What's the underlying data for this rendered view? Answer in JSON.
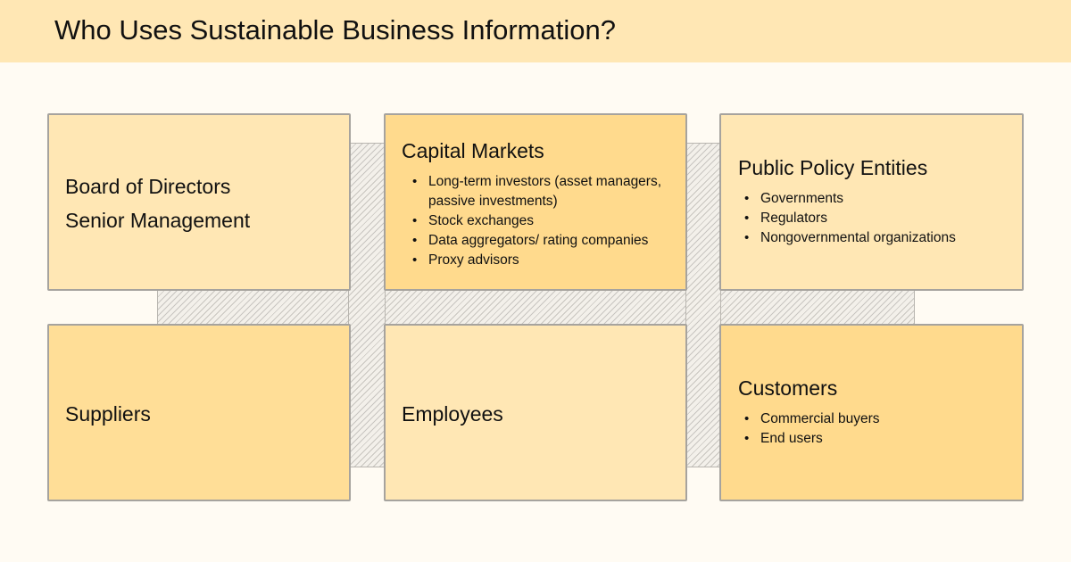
{
  "title": "Who Uses Sustainable Business Information?",
  "boxes": {
    "board": {
      "line1": "Board of Directors",
      "line2": "Senior Management"
    },
    "capital_markets": {
      "title": "Capital Markets",
      "items": [
        "Long-term investors  (asset managers,  passive investments)",
        "Stock exchanges",
        "Data aggregators/ rating companies",
        "Proxy advisors"
      ]
    },
    "public_policy": {
      "title": "Public Policy Entities",
      "items": [
        "Governments",
        "Regulators",
        "Nongovernmental organizations"
      ]
    },
    "suppliers": {
      "title": "Suppliers"
    },
    "employees": {
      "title": "Employees"
    },
    "customers": {
      "title": "Customers",
      "items": [
        "Commercial buyers",
        "End users"
      ]
    }
  },
  "colors": {
    "header_bg": "#ffe7b4",
    "page_bg": "#fffbf3",
    "box_light": "#ffe7b4",
    "box_mid": "#ffde97",
    "box_strong": "#ffda8d",
    "border": "#a6a39e"
  }
}
